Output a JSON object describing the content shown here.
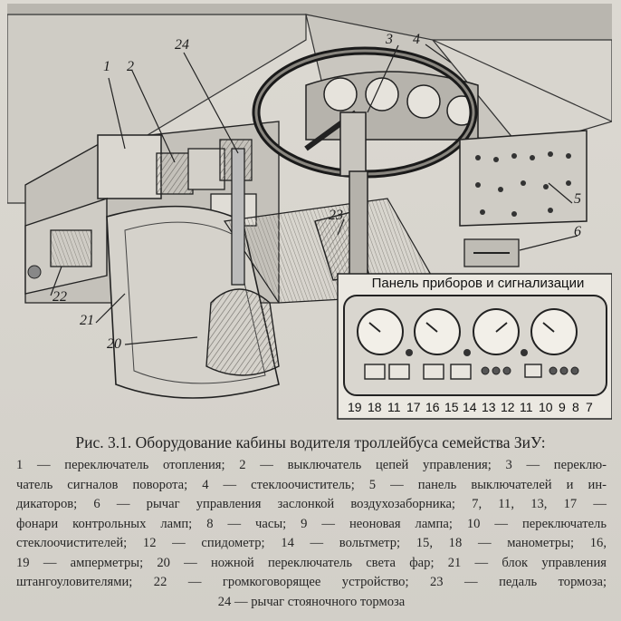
{
  "figure": {
    "panel_title": "Панель приборов и сигнализации",
    "callouts": [
      "1",
      "2",
      "24",
      "3",
      "4",
      "5",
      "6",
      "23",
      "22",
      "21",
      "20"
    ],
    "inset_labels": [
      "19",
      "18",
      "11",
      "17",
      "16",
      "15",
      "14",
      "13",
      "12",
      "11",
      "10",
      "9",
      "8",
      "7"
    ]
  },
  "caption": {
    "title": "Рис. 3.1. Оборудование кабины водителя троллейбуса семейства ЗиУ:",
    "lines": [
      "1 — переключатель отопления; 2 — выключатель цепей управления; 3 — переклю-",
      "чатель сигналов поворота; 4 — стеклоочиститель; 5 — панель выключателей и ин-",
      "дикаторов; 6 — рычаг управления заслонкой воздухозаборника; 7, 11, 13, 17 —",
      "фонари контрольных ламп; 8 — часы; 9 — неоновая лампа; 10 — переключатель",
      "стеклоочистителей; 12 — спидометр; 14 — вольтметр; 15, 18 — манометры; 16,",
      "19 — амперметры; 20 — ножной переключатель света фар; 21 — блок управления",
      "штангоуловителями; 22 — громкоговорящее устройство; 23 — педаль тормоза;",
      "24 — рычаг стояночного тормоза"
    ]
  }
}
